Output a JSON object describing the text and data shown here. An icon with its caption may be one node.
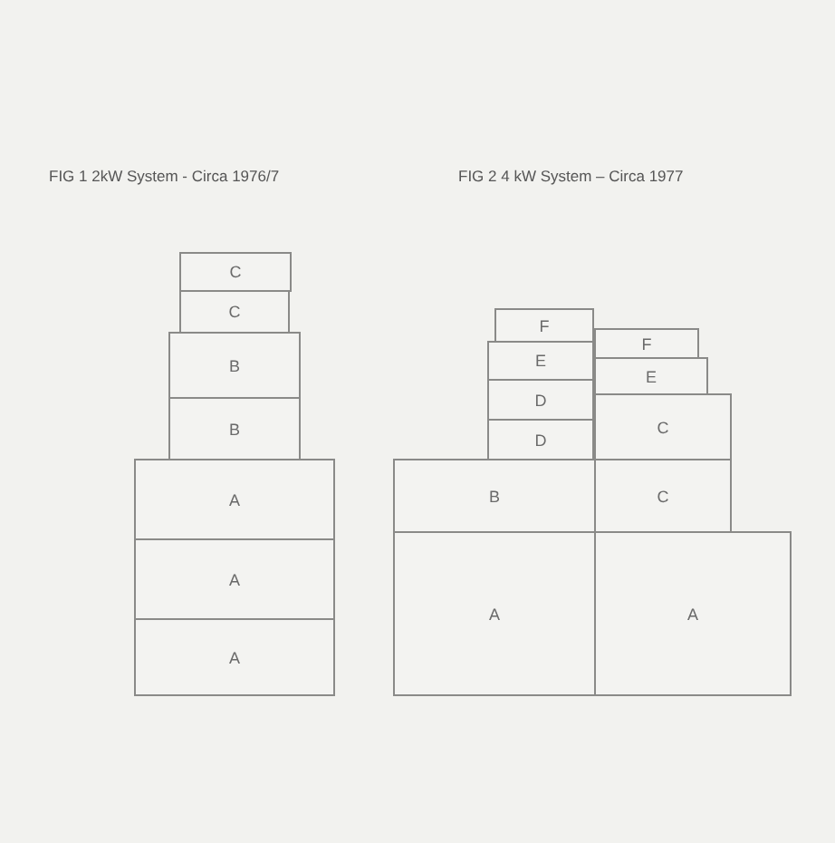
{
  "diagram": {
    "nodes": [
      {
        "text": [
          "C"
        ]
      },
      {
        "text": [
          "C"
        ]
      },
      {
        "text": [
          "B"
        ]
      },
      {
        "text": [
          "B"
        ]
      },
      {
        "text": [
          "A"
        ]
      },
      {
        "text": [
          "A"
        ]
      },
      {
        "text": [
          "A"
        ]
      },
      {
        "text": [
          "F"
        ]
      },
      {
        "text": [
          "F"
        ]
      },
      {
        "text": [
          "E"
        ]
      },
      {
        "text": [
          "E"
        ]
      },
      {
        "text": [
          "D"
        ]
      },
      {
        "text": [
          "C"
        ]
      },
      {
        "text": [
          "D"
        ]
      },
      {
        "text": [
          "B"
        ]
      },
      {
        "text": [
          "C"
        ]
      },
      {
        "text": [
          "A"
        ]
      },
      {
        "text": [
          "A"
        ]
      }
    ],
    "labels": [
      "FIG 1 2kW System - Circa 1976/7",
      "FIG 2 4 kW System – Circa 1977"
    ]
  }
}
